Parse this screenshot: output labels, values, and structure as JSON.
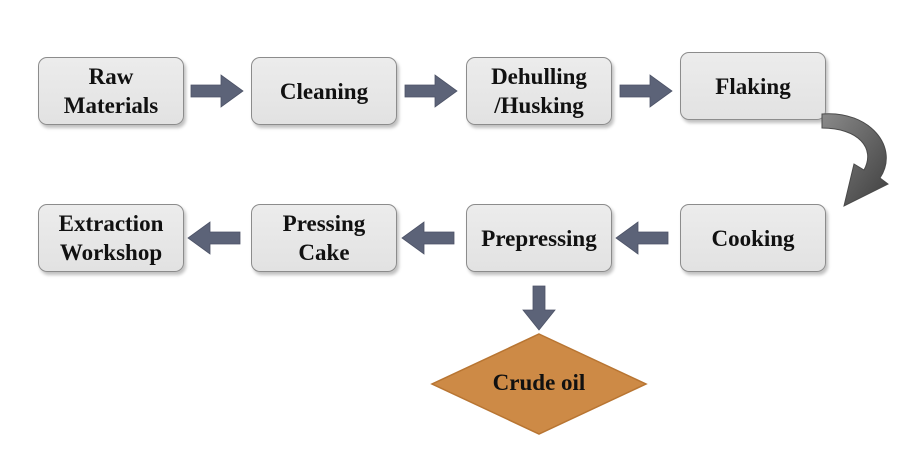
{
  "flowchart": {
    "steps_row1": [
      {
        "label": "Raw\nMaterials"
      },
      {
        "label": "Cleaning"
      },
      {
        "label": "Dehulling\n/Husking"
      },
      {
        "label": "Flaking"
      }
    ],
    "steps_row2": [
      {
        "label": "Extraction\nWorkshop"
      },
      {
        "label": "Pressing\nCake"
      },
      {
        "label": "Prepressing"
      },
      {
        "label": "Cooking"
      }
    ],
    "output": {
      "label": "Crude oil"
    }
  },
  "colors": {
    "box_fill": "#e6e6e6",
    "box_border": "#8c8c8c",
    "arrow": "#5c6378",
    "curved_arrow": "#5e5e5e",
    "output_fill": "#cd8a46"
  }
}
